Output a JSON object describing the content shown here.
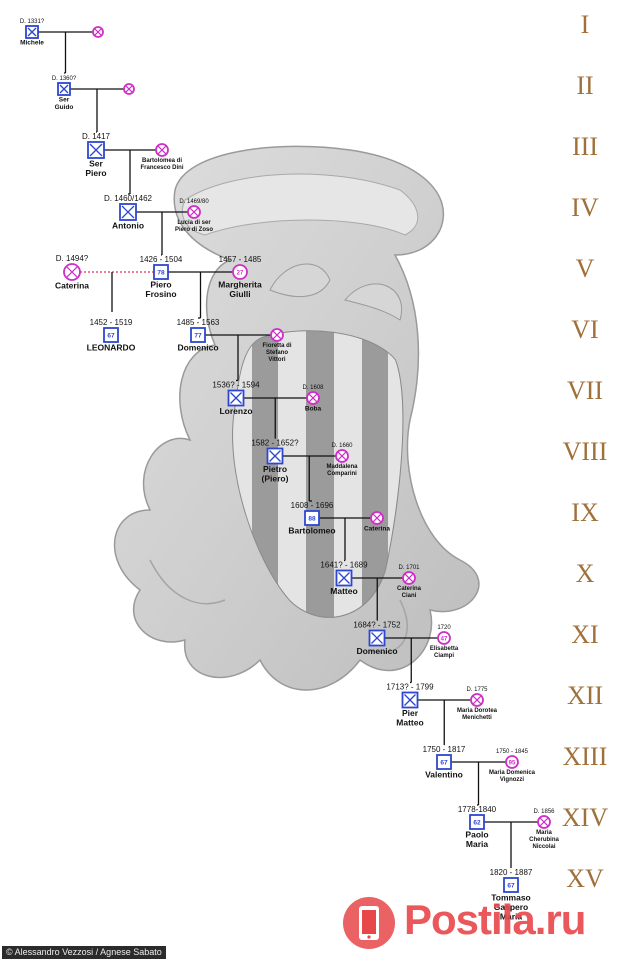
{
  "generations": [
    "I",
    "II",
    "III",
    "IV",
    "V",
    "VI",
    "VII",
    "VIII",
    "IX",
    "X",
    "XI",
    "XII",
    "XIII",
    "XIV",
    "XV"
  ],
  "colors": {
    "male": "#2e47d0",
    "female": "#cf2fc8",
    "line": "#111111",
    "dotted": "#e0305a",
    "roman": "#a0703a"
  },
  "people": [
    {
      "id": "michele",
      "sex": "m",
      "dates": "D. 1331?",
      "name": "Michele"
    },
    {
      "id": "w1",
      "sex": "f"
    },
    {
      "id": "guido",
      "sex": "m",
      "dates": "D. 1360?",
      "name": "Ser Guido"
    },
    {
      "id": "w2",
      "sex": "f"
    },
    {
      "id": "piero1",
      "sex": "m",
      "dates": "D. 1417",
      "name": "Ser Piero"
    },
    {
      "id": "bartolomea",
      "sex": "f",
      "name": "Bartolomea di Francesco Dini"
    },
    {
      "id": "antonio",
      "sex": "m",
      "dates": "D. 1460/1462",
      "name": "Antonio"
    },
    {
      "id": "lucia",
      "sex": "f",
      "dates": "D. 1469/80",
      "name": "Lucia di ser Piero di Zoso"
    },
    {
      "id": "caterina1",
      "sex": "f",
      "dates": "D. 1494?",
      "name": "Caterina"
    },
    {
      "id": "pierofrosino",
      "sex": "m",
      "dates": "1426 - 1504",
      "name": "Piero Frosino",
      "age": "78"
    },
    {
      "id": "margherita",
      "sex": "f",
      "dates": "1457 - 1485",
      "name": "Margherita Giulli",
      "age": "27"
    },
    {
      "id": "leonardo",
      "sex": "m",
      "dates": "1452 - 1519",
      "name": "LEONARDO",
      "age": "67"
    },
    {
      "id": "domenico1",
      "sex": "m",
      "dates": "1485 - 1563",
      "name": "Domenico",
      "age": "77"
    },
    {
      "id": "fioretta",
      "sex": "f",
      "name": "Fioretta di Stefano Vittori"
    },
    {
      "id": "lorenzo",
      "sex": "m",
      "dates": "1536? - 1594",
      "name": "Lorenzo"
    },
    {
      "id": "boba",
      "sex": "f",
      "dates": "D. 1608",
      "name": "Boba"
    },
    {
      "id": "pietro",
      "sex": "m",
      "dates": "1582 - 1652?",
      "name": "Pietro (Piero)"
    },
    {
      "id": "maddalena",
      "sex": "f",
      "dates": "D. 1660",
      "name": "Maddalena Comparini"
    },
    {
      "id": "bartolomeo",
      "sex": "m",
      "dates": "1608 - 1696",
      "name": "Bartolomeo",
      "age": "88"
    },
    {
      "id": "caterina2",
      "sex": "f",
      "name": "Caterina"
    },
    {
      "id": "matteo",
      "sex": "m",
      "dates": "1641? - 1689",
      "name": "Matteo"
    },
    {
      "id": "caterina3",
      "sex": "f",
      "dates": "D. 1701",
      "name": "Caterina Ciani"
    },
    {
      "id": "domenico2",
      "sex": "m",
      "dates": "1684? - 1752",
      "name": "Domenico"
    },
    {
      "id": "elisabetta",
      "sex": "f",
      "dates": "1720",
      "name": "Elisabetta Ciampi",
      "age": "47"
    },
    {
      "id": "piermatteo",
      "sex": "m",
      "dates": "1713? - 1799",
      "name": "Pier Matteo"
    },
    {
      "id": "maria1",
      "sex": "f",
      "dates": "D. 1775",
      "name": "Maria Dorotea Menichetti"
    },
    {
      "id": "valentino",
      "sex": "m",
      "dates": "1750 - 1817",
      "name": "Valentino",
      "age": "67"
    },
    {
      "id": "maria2",
      "sex": "f",
      "dates": "1750 - 1845",
      "name": "Maria Domenica Vignozzi",
      "age": "95"
    },
    {
      "id": "paolomaria",
      "sex": "m",
      "dates": "1778-1840",
      "name": "Paolo Maria",
      "age": "62"
    },
    {
      "id": "maria3",
      "sex": "f",
      "dates": "D. 1856",
      "name": "Maria Cherubina Niccolai"
    },
    {
      "id": "tommaso",
      "sex": "m",
      "dates": "1820 - 1887",
      "name": "Tommaso Gaspero Maria",
      "age": "67"
    }
  ],
  "credit": "© Alessandro Vezzosi / Agnese Sabato",
  "watermark": "Postila.ru",
  "watermark_icon": "phone-icon"
}
